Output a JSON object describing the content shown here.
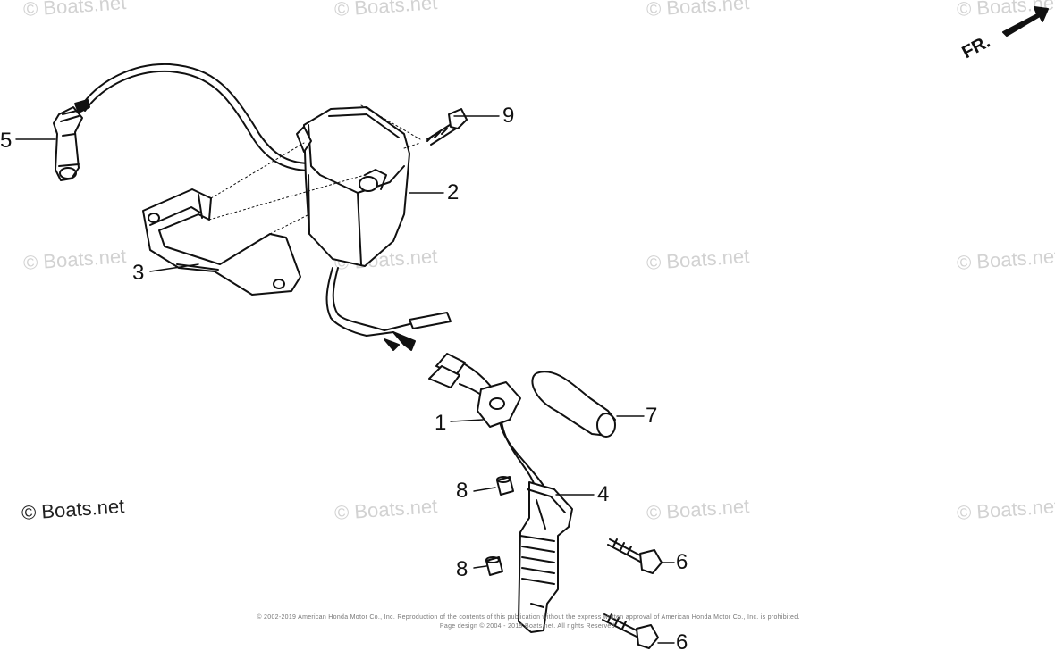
{
  "watermark": "© Boats.net",
  "watermark_main": "© Boats.net",
  "front_label": "FR.",
  "callouts": {
    "c1": "1",
    "c2": "2",
    "c3": "3",
    "c4": "4",
    "c5": "5",
    "c6a": "6",
    "c6b": "6",
    "c7": "7",
    "c8a": "8",
    "c8b": "8",
    "c9": "9"
  },
  "copyright_line1": "© 2002-2019 American Honda Motor Co., Inc. Reproduction of the contents of this publication without the express written approval of American Honda Motor Co., Inc. is prohibited.",
  "copyright_line2": "Page design © 2004 - 2019 Boats.net. All rights Reserved."
}
